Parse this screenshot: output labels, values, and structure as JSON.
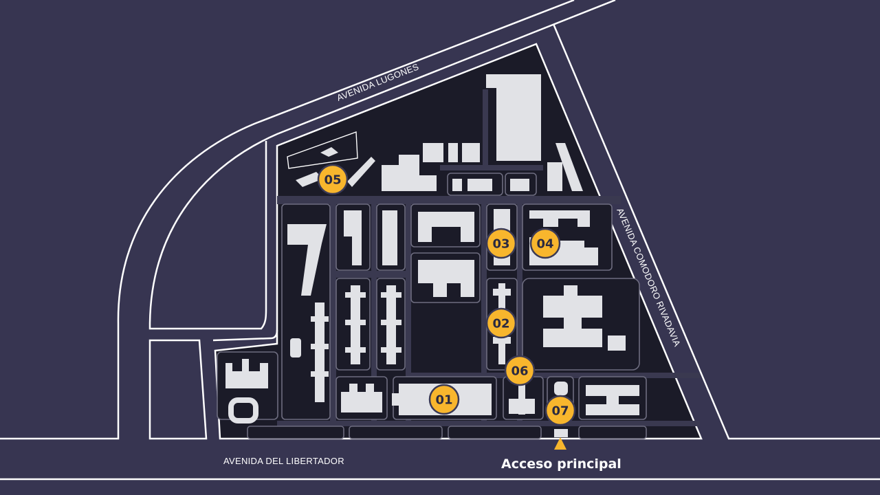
{
  "streets": {
    "lugones": "AVENIDA LUGONES",
    "comodoro": "AVENIDA COMODORO RIVADAVIA",
    "libertador": "AVENIDA DEL LIBERTADOR"
  },
  "access": {
    "label": "Acceso principal"
  },
  "markers": [
    {
      "id": "01",
      "label": "01"
    },
    {
      "id": "02",
      "label": "02"
    },
    {
      "id": "03",
      "label": "03"
    },
    {
      "id": "04",
      "label": "04"
    },
    {
      "id": "05",
      "label": "05"
    },
    {
      "id": "06",
      "label": "06"
    },
    {
      "id": "07",
      "label": "07"
    }
  ],
  "colors": {
    "background": "#373551",
    "campus": "#1b1b28",
    "building": "#e1e2e6",
    "marker": "#f8b62d",
    "road_line": "#ffffff"
  }
}
